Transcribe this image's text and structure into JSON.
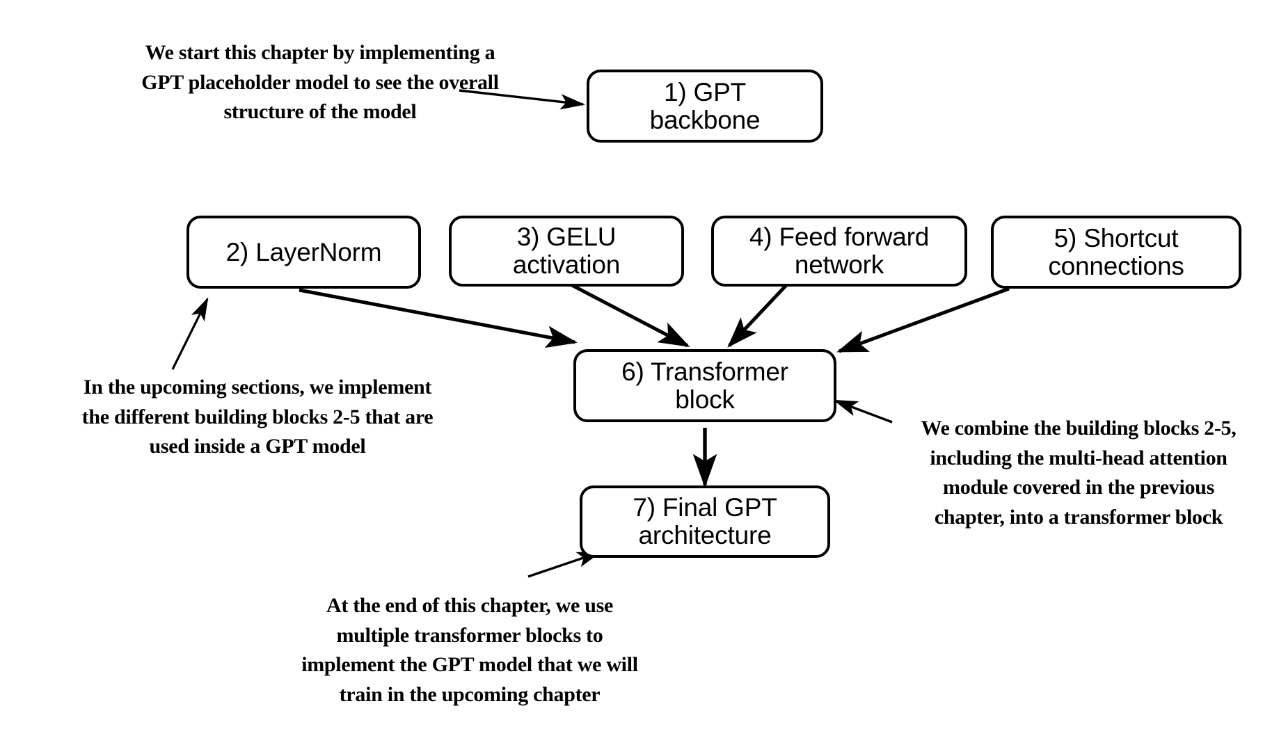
{
  "diagram": {
    "title": "GPT chapter overview flow diagram",
    "background_color": "#ffffff",
    "stroke_color": "#000000",
    "nodes": [
      {
        "id": "gpt-backbone",
        "label": "1) GPT\nbackbone"
      },
      {
        "id": "layernorm",
        "label": "2) LayerNorm"
      },
      {
        "id": "gelu-activation",
        "label": "3) GELU\nactivation"
      },
      {
        "id": "feed-forward",
        "label": "4) Feed forward\nnetwork"
      },
      {
        "id": "shortcut",
        "label": "5) Shortcut\nconnections"
      },
      {
        "id": "transformer-block",
        "label": "6) Transformer\nblock"
      },
      {
        "id": "final-gpt",
        "label": "7) Final GPT\narchitecture"
      }
    ],
    "annotations": [
      {
        "id": "note-top-left",
        "text": "We start this chapter by implementing a\nGPT placeholder model to see the overall\nstructure of the model"
      },
      {
        "id": "note-middle-left",
        "text": "In the upcoming sections, we implement\nthe different building blocks 2-5 that are\nused inside a GPT model"
      },
      {
        "id": "note-right",
        "text": "We combine the building blocks 2-5,\nincluding the multi-head attention\nmodule covered in the previous\nchapter, into a transformer block"
      },
      {
        "id": "note-bottom",
        "text": "At the end of this chapter, we use\nmultiple transformer blocks to\nimplement the GPT model that we will\ntrain in the upcoming chapter"
      }
    ],
    "edges": [
      {
        "id": "edge-note-top-left-to-gpt-backbone",
        "from": "note-top-left",
        "to": "gpt-backbone"
      },
      {
        "id": "edge-layernorm-to-transformer",
        "from": "layernorm",
        "to": "transformer-block"
      },
      {
        "id": "edge-gelu-to-transformer",
        "from": "gelu-activation",
        "to": "transformer-block"
      },
      {
        "id": "edge-feedforward-to-transformer",
        "from": "feed-forward",
        "to": "transformer-block"
      },
      {
        "id": "edge-shortcut-to-transformer",
        "from": "shortcut",
        "to": "transformer-block"
      },
      {
        "id": "edge-transformer-to-final-gpt",
        "from": "transformer-block",
        "to": "final-gpt"
      },
      {
        "id": "edge-note-middle-left-to-layernorm",
        "from": "note-middle-left",
        "to": "layernorm"
      },
      {
        "id": "edge-note-right-to-transformer",
        "from": "note-right",
        "to": "transformer-block"
      },
      {
        "id": "edge-note-bottom-to-final-gpt",
        "from": "note-bottom",
        "to": "final-gpt"
      }
    ]
  }
}
